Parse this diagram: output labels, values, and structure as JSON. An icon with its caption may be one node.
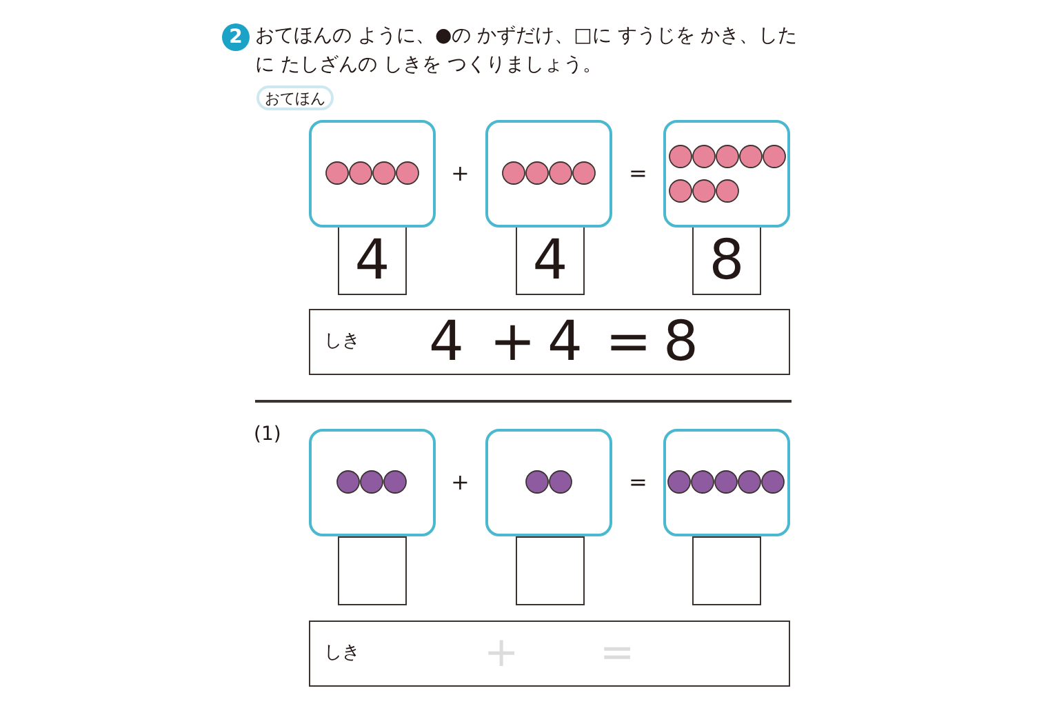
{
  "diagram": {
    "title": "おてほんの ように、●の かずだけ、□に すうじを かき、したに たしざんの しきを つくりましょう。",
    "nodes": [
      {
        "text": [
          "おてほん"
        ]
      },
      {
        "text": [],
        "shape": "box"
      },
      {
        "text": [],
        "shape": "box"
      },
      {
        "text": [],
        "shape": "box"
      },
      {
        "text": [
          "4"
        ]
      },
      {
        "text": [
          "4"
        ]
      },
      {
        "text": [
          "8"
        ]
      },
      {
        "text": [
          "しき",
          "4",
          "+",
          "4",
          "=",
          "8"
        ]
      },
      {
        "text": [],
        "shape": "box"
      },
      {
        "text": [],
        "shape": "box"
      },
      {
        "text": [],
        "shape": "box"
      },
      {
        "text": [],
        "shape": "box"
      },
      {
        "text": [],
        "shape": "box"
      },
      {
        "text": [],
        "shape": "box"
      },
      {
        "text": [
          "しき",
          "+",
          "="
        ]
      }
    ],
    "edges": [],
    "labels": [
      "2",
      "+",
      "=",
      "(1)",
      "+",
      "="
    ]
  }
}
